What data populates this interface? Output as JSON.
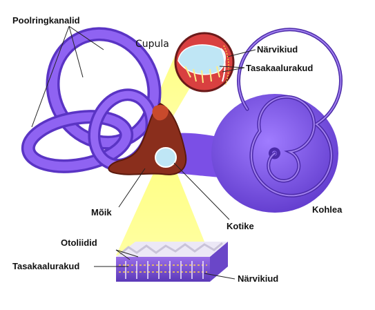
{
  "labels": {
    "semicircular_canals": "Poolringkanalid",
    "cupula": "Cupula",
    "nerve_fibers_top": "Närvikiud",
    "hair_cells_top": "Tasakaalurakud",
    "utricle": "Mõik",
    "saccule": "Kotike",
    "cochlea": "Kohlea",
    "otoliths": "Otoliidid",
    "hair_cells_bottom": "Tasakaalurakud",
    "nerve_fibers_bottom": "Närvikiud"
  },
  "colors": {
    "labyrinth": "#8a5cf0",
    "labyrinth_dark": "#5a34c4",
    "vestibule": "#8a2e1c",
    "highlight": "#ffff66",
    "cupula_blob": "#bfe6f5"
  }
}
